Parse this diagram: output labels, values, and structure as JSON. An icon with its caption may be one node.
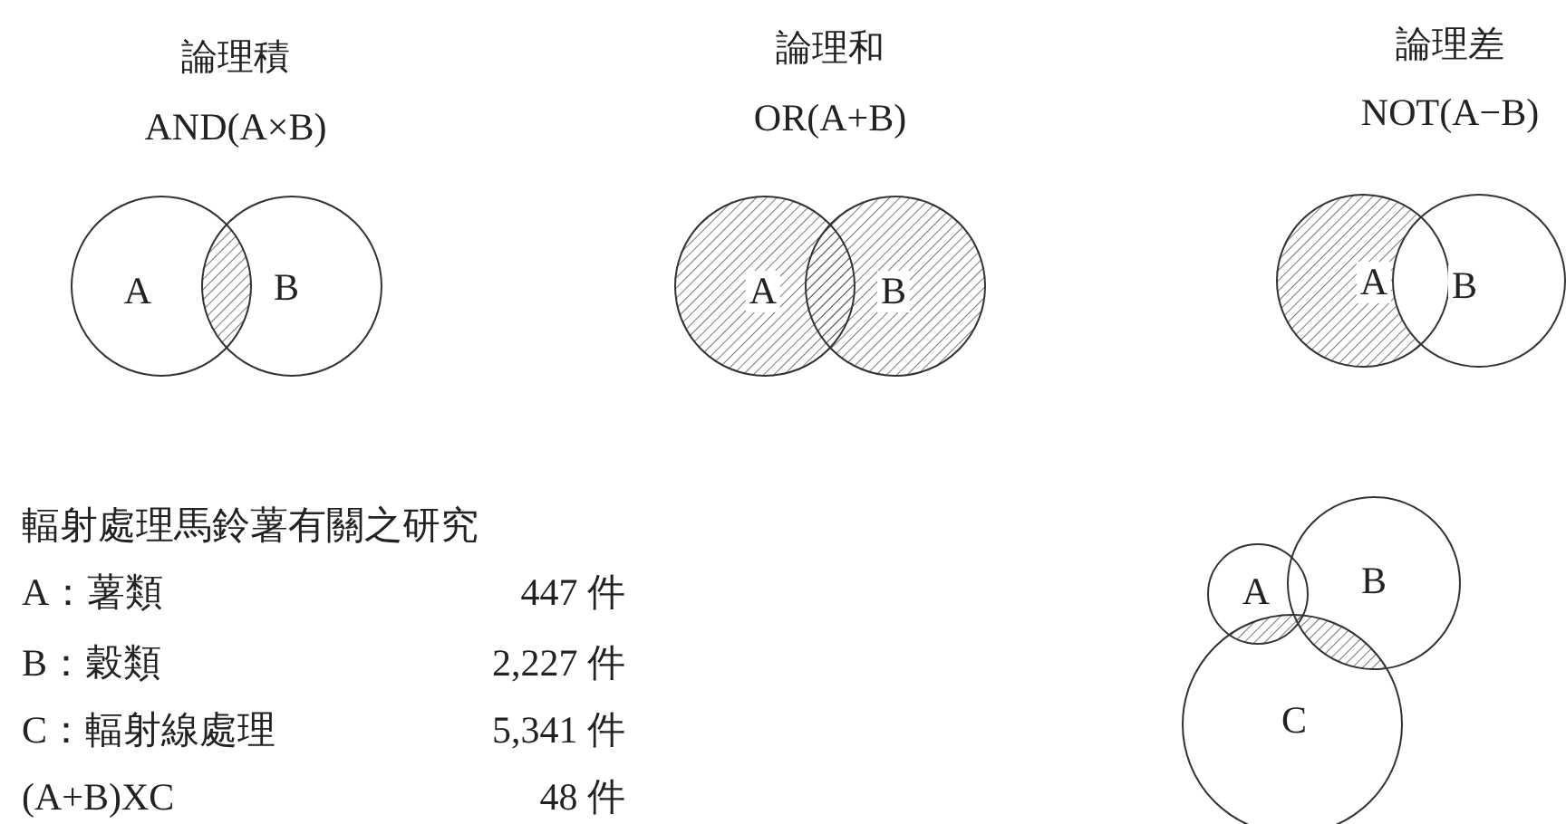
{
  "diagram": {
    "nodes": [
      {
        "text": [
          "A"
        ]
      },
      {
        "text": [
          "B"
        ]
      },
      {
        "text": [
          "A"
        ]
      },
      {
        "text": [
          "B"
        ]
      },
      {
        "text": [
          "A"
        ]
      },
      {
        "text": [
          "B"
        ]
      },
      {
        "text": [
          "A"
        ]
      },
      {
        "text": [
          "B"
        ]
      },
      {
        "text": [
          "C"
        ]
      }
    ],
    "edges": [],
    "labels": [
      "論理積",
      "AND(A×B)",
      "論理和",
      "OR(A+B)",
      "論理差",
      "NOT(A−B)",
      "輻射處理馬鈴薯有關之研究",
      "A：薯類",
      "447 件",
      "B：穀類",
      "2,227 件",
      "C：輻射線處理",
      "5,341 件",
      "(A+B)XC",
      "48 件"
    ]
  }
}
